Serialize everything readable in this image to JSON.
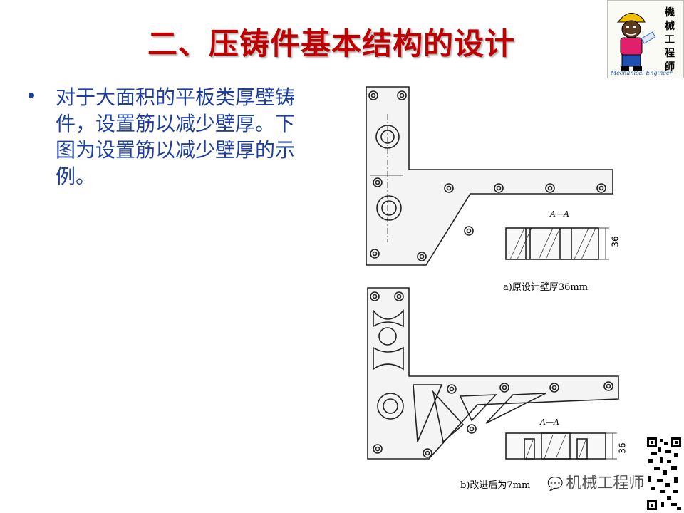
{
  "title": "二、压铸件基本结构的设计",
  "logo": {
    "chars": [
      "機",
      "械",
      "工",
      "程",
      "師"
    ],
    "subtitle": "Mechanical Engineer"
  },
  "bullet": "对于大面积的平板类厚壁铸件，设置筋以减少壁厚。下图为设置筋以减少壁厚的示例。",
  "figure": {
    "caption_a": "a)原设计壁厚36mm",
    "caption_b": "b)改进后为7mm",
    "section_label_a": "A—A",
    "section_label_b": "A—A",
    "dim_a": "36",
    "dim_b": "36"
  },
  "watermark": "机械工程师"
}
